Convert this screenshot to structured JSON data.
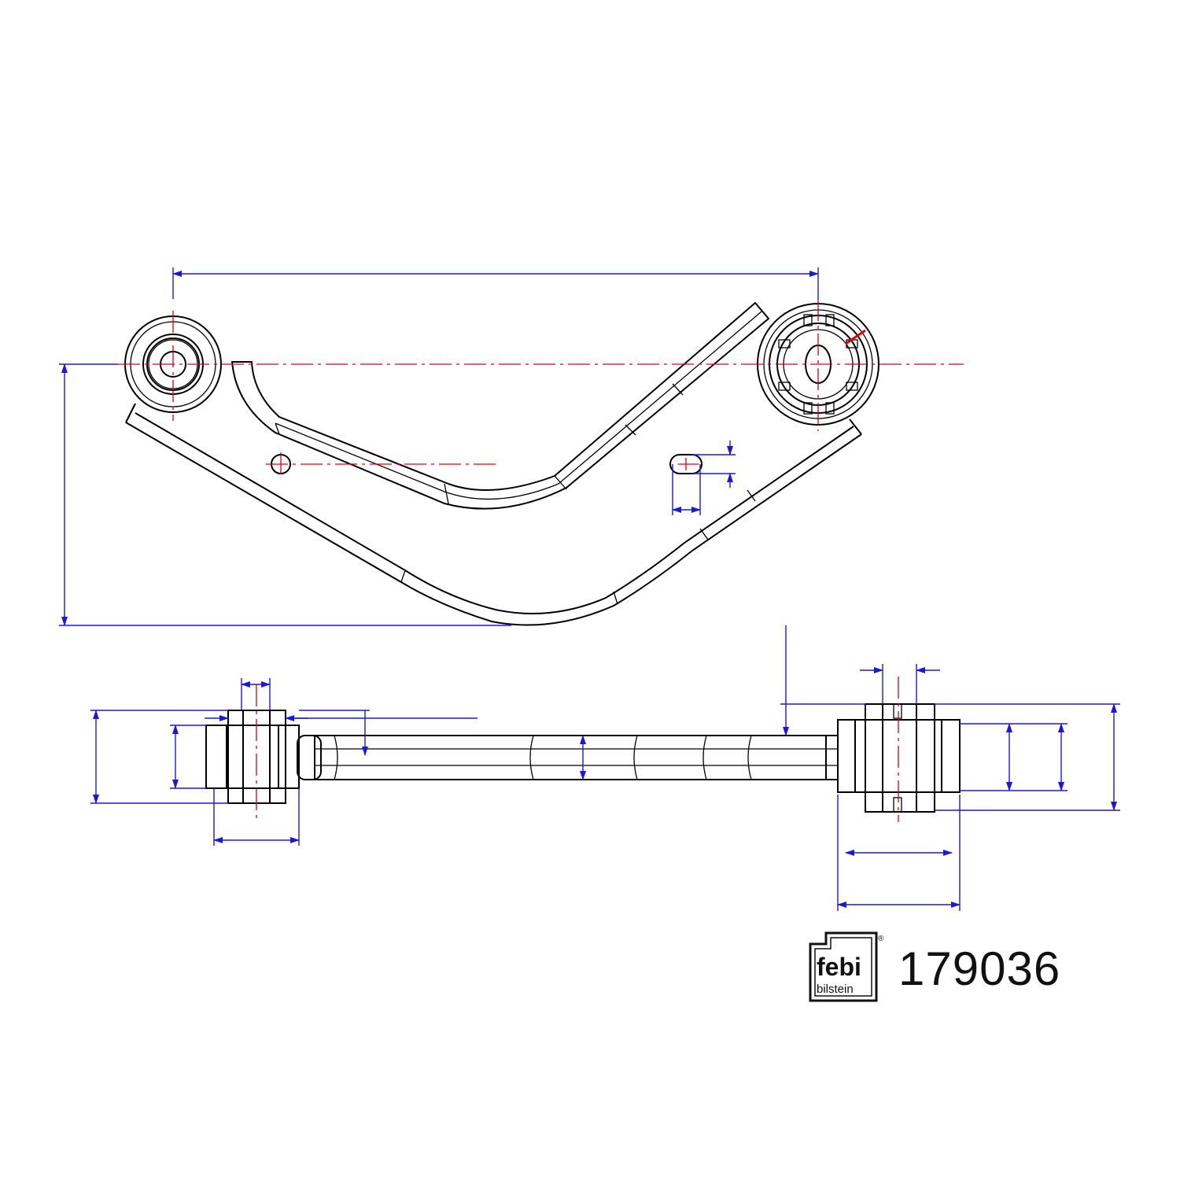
{
  "brand": {
    "logo_text_top": "febi",
    "logo_text_bottom": "bilstein",
    "registered_mark": "®"
  },
  "part_number": "179036",
  "colors": {
    "outline": "#000000",
    "center_line": "#e0000a",
    "dimension": "#1a1ad6",
    "background": "#ffffff"
  }
}
